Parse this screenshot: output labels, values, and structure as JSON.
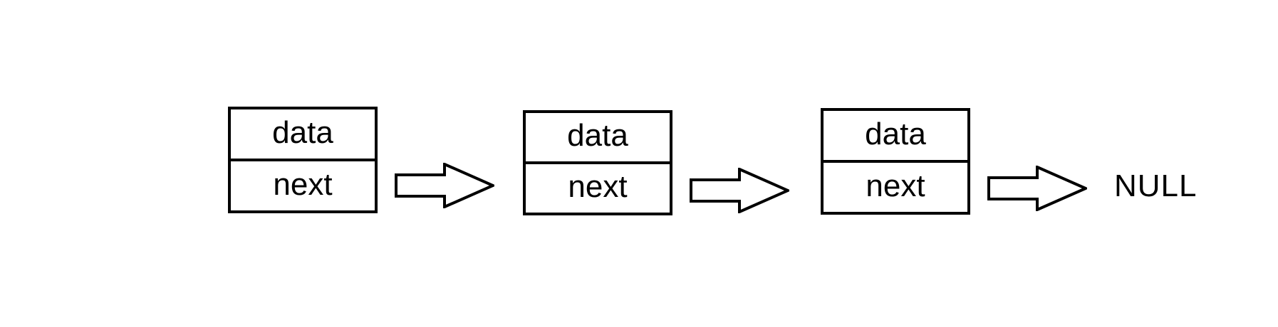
{
  "diagram": {
    "kind": "singly-linked-list",
    "nodes": [
      {
        "data_label": "data",
        "next_label": "next"
      },
      {
        "data_label": "data",
        "next_label": "next"
      },
      {
        "data_label": "data",
        "next_label": "next"
      }
    ],
    "terminator_label": "NULL",
    "colors": {
      "line": "#000000",
      "text": "#000000",
      "node_fill": "#ffffff",
      "background": "#ffffff"
    }
  }
}
